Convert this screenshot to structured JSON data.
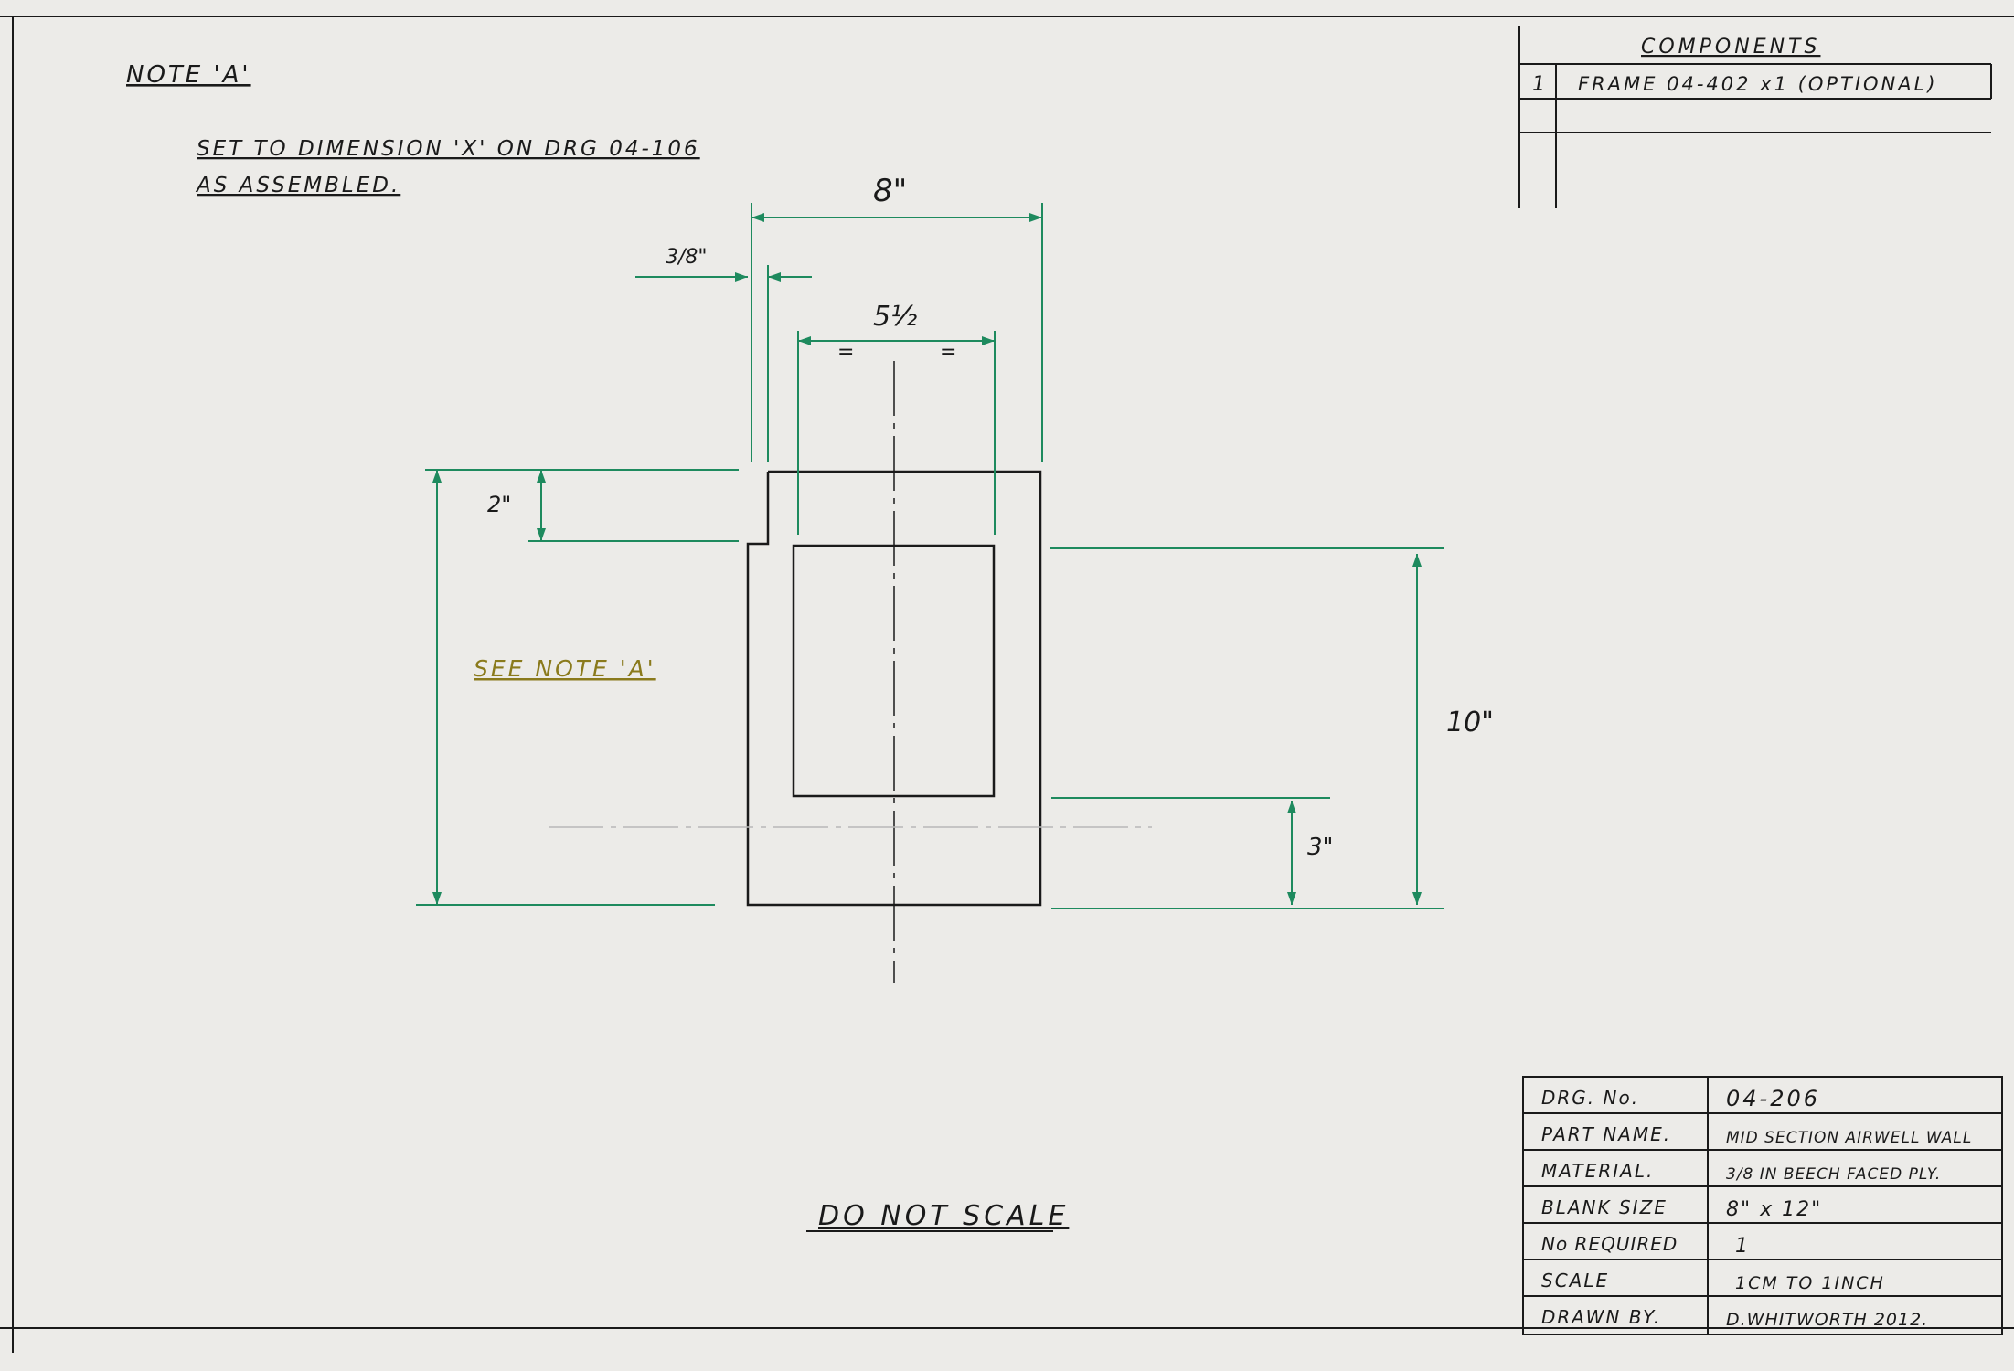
{
  "notes": {
    "note_title": "NOTE 'A'",
    "note_line1": "SET TO DIMENSION 'X' ON DRG 04-106",
    "note_line2": "AS ASSEMBLED.",
    "see_note": "SEE NOTE 'A'",
    "do_not_scale": "DO NOT SCALE"
  },
  "dimensions": {
    "overall_width": "8\"",
    "offset": "3/8\"",
    "opening_width": "5½",
    "equal_mark": "=",
    "top_step": "2\"",
    "height": "10\"",
    "bottom": "3\""
  },
  "components": {
    "header": "COMPONENTS",
    "rows": [
      {
        "num": "1",
        "desc": "FRAME  04-402  x1  (OPTIONAL)"
      }
    ]
  },
  "title_block": {
    "rows": [
      {
        "label": "DRG. No.",
        "value": "04-206"
      },
      {
        "label": "PART NAME.",
        "value": "MID SECTION AIRWELL WALL"
      },
      {
        "label": "MATERIAL.",
        "value": "3/8 IN BEECH FACED PLY."
      },
      {
        "label": "BLANK SIZE",
        "value": "8\" x 12\""
      },
      {
        "label": "No REQUIRED",
        "value": "1"
      },
      {
        "label": "SCALE",
        "value": "1CM TO 1INCH"
      },
      {
        "label": "DRAWN BY.",
        "value": "D.WHITWORTH 2012."
      }
    ]
  },
  "colors": {
    "paper": "#ecebe8",
    "ink": "#1a1a1a",
    "dimension_green": "#1e8a5e",
    "note_yellow": "#8a7a1c"
  }
}
